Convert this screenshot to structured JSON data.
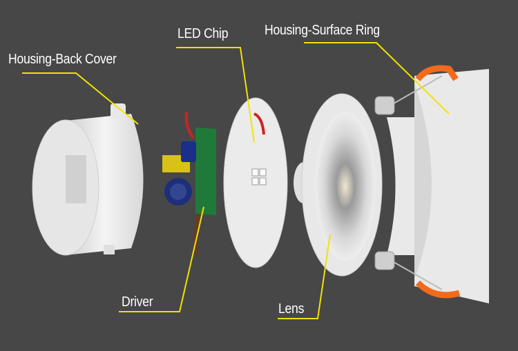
{
  "labels": {
    "back_cover": "Housing-Back Cover",
    "led_chip": "LED Chip",
    "surface_ring": "Housing-Surface Ring",
    "driver": "Driver",
    "lens": "Lens"
  },
  "colors": {
    "background": "#474747",
    "leader_line": "#f2e200",
    "clip": "#f26b1d"
  }
}
